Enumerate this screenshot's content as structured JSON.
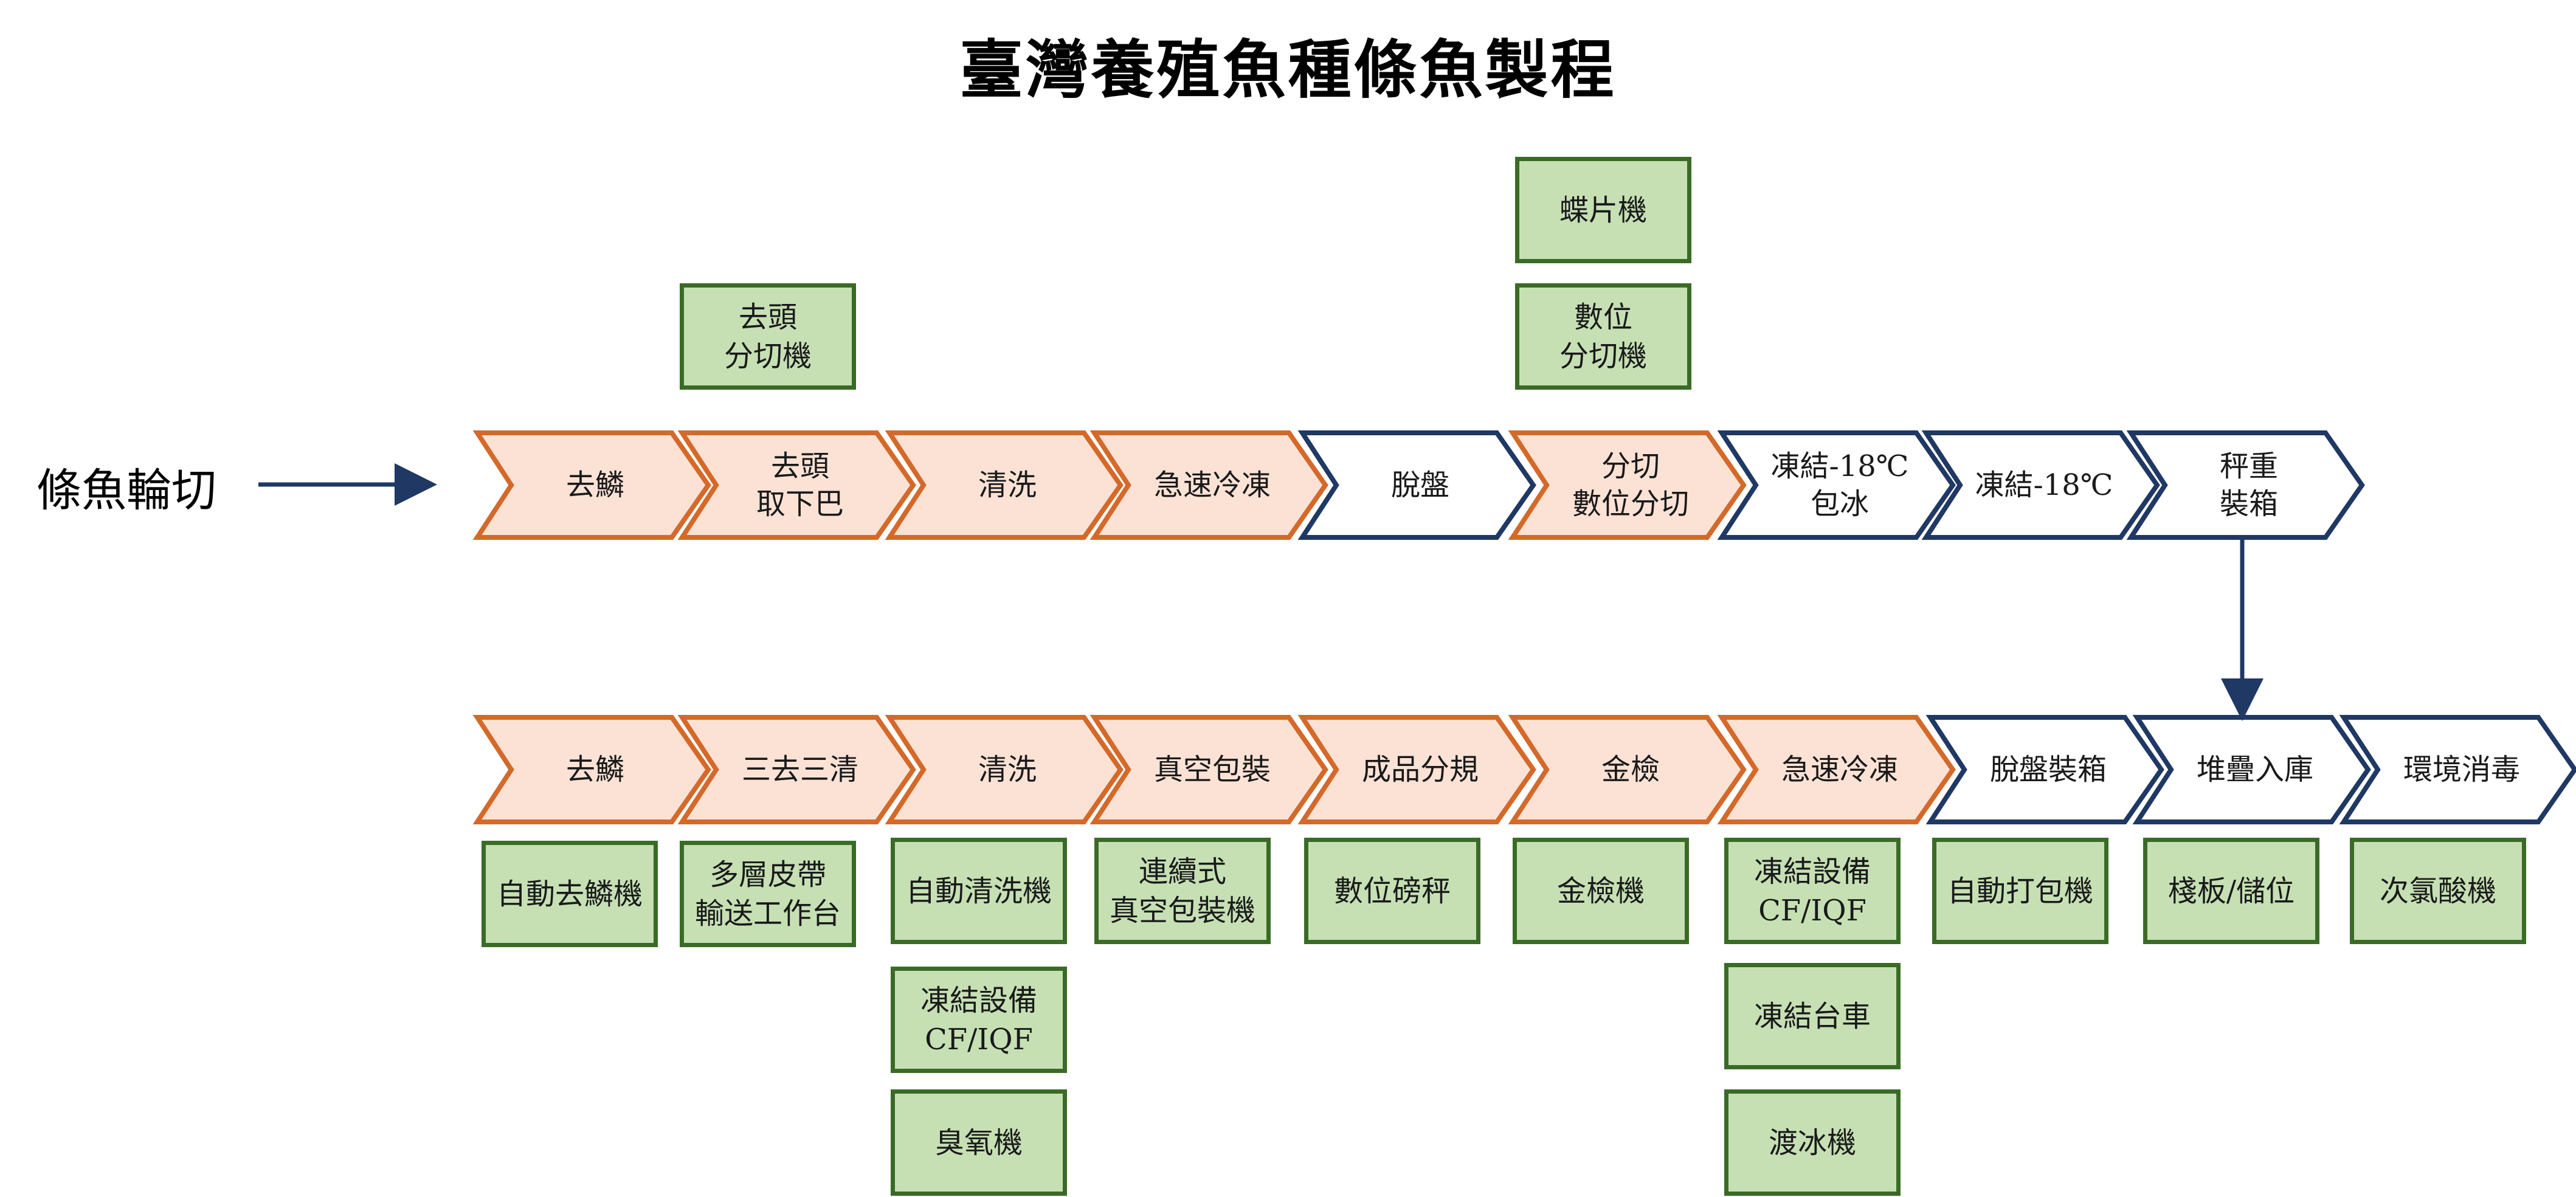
{
  "title": "臺灣養殖魚種條魚製程",
  "start_label": "條魚輪切",
  "colors": {
    "orange_stroke": "#d4692a",
    "orange_fill": "#fbe2d5",
    "navy_stroke": "#1f3864",
    "white_fill": "#ffffff",
    "green_fill": "#c6e0b4",
    "green_stroke": "#3a6b26"
  },
  "top_row": [
    {
      "label": "去鱗",
      "style": "orange"
    },
    {
      "label": "去頭\n取下巴",
      "style": "orange"
    },
    {
      "label": "清洗",
      "style": "orange"
    },
    {
      "label": "急速冷凍",
      "style": "orange"
    },
    {
      "label": "脫盤",
      "style": "navy"
    },
    {
      "label": "分切\n數位分切",
      "style": "orange"
    },
    {
      "label": "凍結-18℃\n包冰",
      "style": "navy"
    },
    {
      "label": "凍結-18℃",
      "style": "navy"
    },
    {
      "label": "秤重\n裝箱",
      "style": "navy"
    }
  ],
  "bottom_row": [
    {
      "label": "去鱗",
      "style": "orange"
    },
    {
      "label": "三去三清",
      "style": "orange"
    },
    {
      "label": "清洗",
      "style": "orange"
    },
    {
      "label": "真空包裝",
      "style": "orange"
    },
    {
      "label": "成品分規",
      "style": "orange"
    },
    {
      "label": "金檢",
      "style": "orange"
    },
    {
      "label": "急速冷凍",
      "style": "orange"
    },
    {
      "label": "脫盤裝箱",
      "style": "navy"
    },
    {
      "label": "堆疊入庫",
      "style": "navy"
    },
    {
      "label": "環境消毒",
      "style": "navy"
    }
  ],
  "equipment_top": [
    {
      "label": "去頭\n分切機"
    },
    {
      "label": "蝶片機"
    },
    {
      "label": "數位\n分切機"
    }
  ],
  "equipment_bottom": [
    {
      "label": "自動去鱗機"
    },
    {
      "label": "多層皮帶\n輸送工作台"
    },
    {
      "label": "自動清洗機"
    },
    {
      "label": "凍結設備\nCF/IQF"
    },
    {
      "label": "臭氧機"
    },
    {
      "label": "連續式\n真空包裝機"
    },
    {
      "label": "數位磅秤"
    },
    {
      "label": "金檢機"
    },
    {
      "label": "凍結設備\nCF/IQF"
    },
    {
      "label": "凍結台車"
    },
    {
      "label": "渡冰機"
    },
    {
      "label": "自動打包機"
    },
    {
      "label": "棧板/儲位"
    },
    {
      "label": "次氯酸機"
    }
  ]
}
